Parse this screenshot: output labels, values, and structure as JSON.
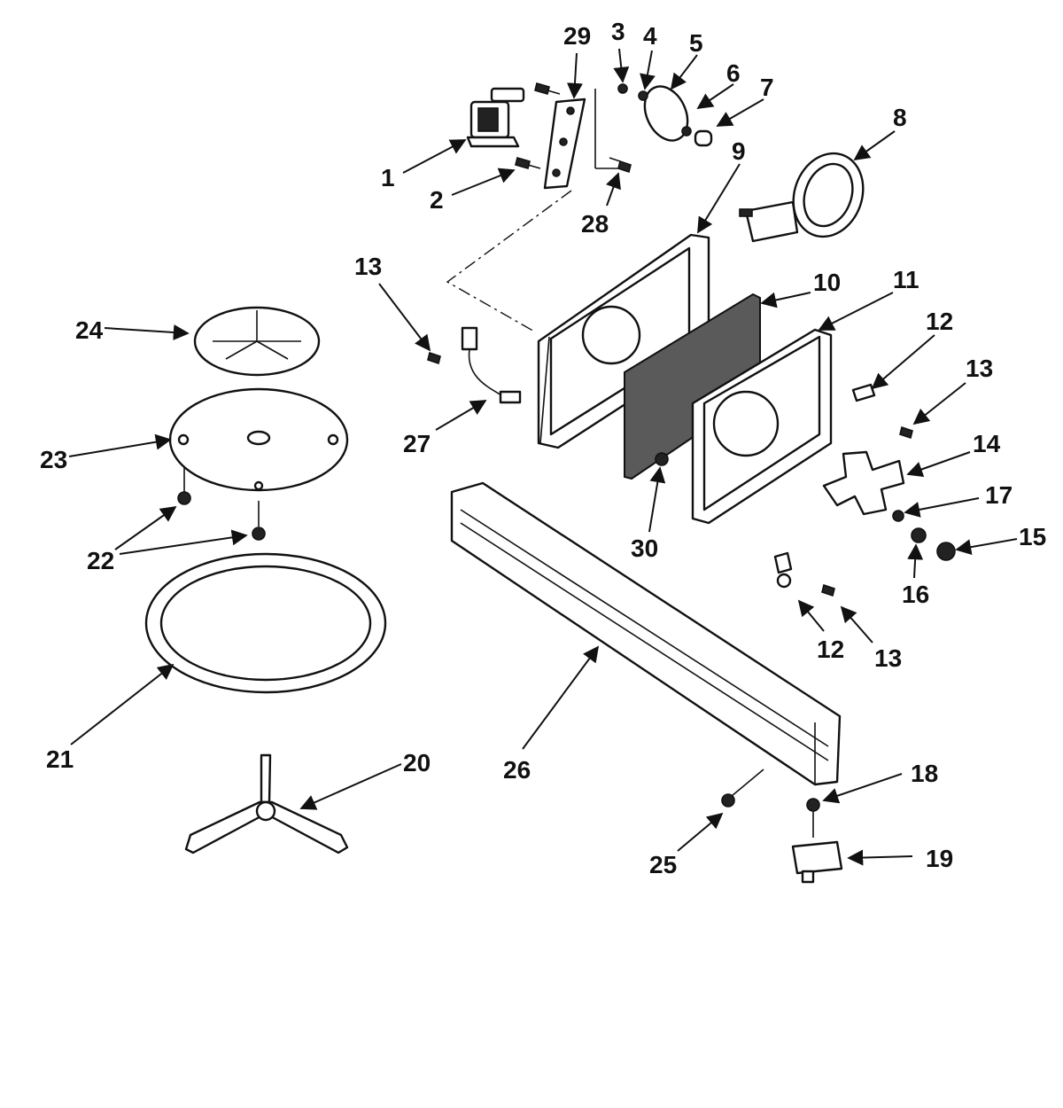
{
  "callouts": [
    "1",
    "2",
    "3",
    "4",
    "5",
    "6",
    "7",
    "8",
    "9",
    "10",
    "11",
    "12",
    "12",
    "13",
    "13",
    "13",
    "14",
    "15",
    "16",
    "17",
    "18",
    "19",
    "20",
    "21",
    "22",
    "23",
    "24",
    "25",
    "26",
    "27",
    "28",
    "29",
    "30"
  ]
}
